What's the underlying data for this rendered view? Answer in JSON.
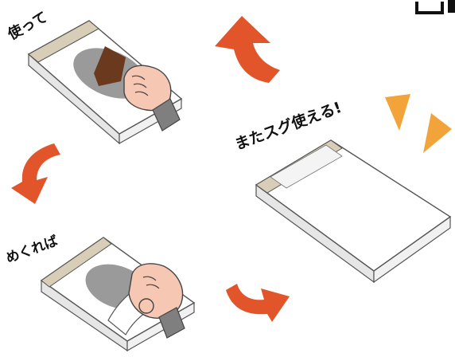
{
  "labels": {
    "step_use": "使って",
    "step_peel": "めくれば",
    "step_result": "またスグ使える!"
  },
  "colors": {
    "arrow": "#e2552b",
    "burst": "#f2a43a",
    "pad_top": "#ffffff",
    "pad_side": "#e6e6e6",
    "pad_edge": "#d8cdb7",
    "outline": "#555555",
    "smudge": "#9a9a9a",
    "stain": "#6b3a1e",
    "hand": "#f6c7b3",
    "sleeve": "#7f7f7f"
  },
  "icons": {
    "corner": "corner-bracket-icon",
    "arrow": "curved-arrow-icon",
    "burst": "sparkle-icon"
  }
}
